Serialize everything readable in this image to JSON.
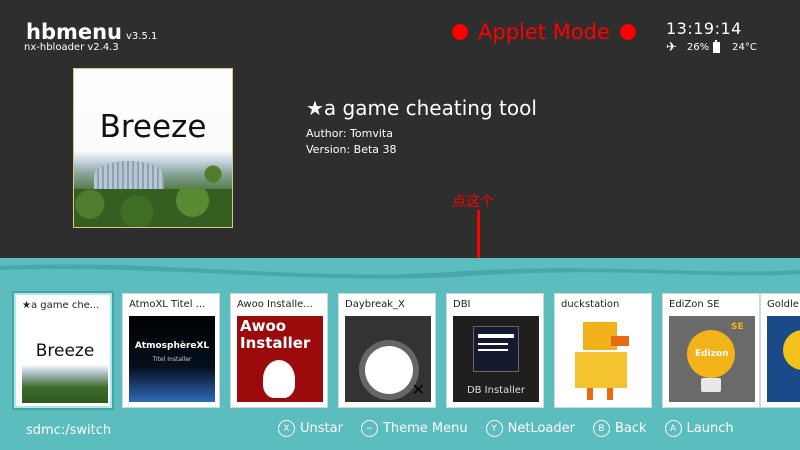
{
  "header": {
    "app_name": "hbmenu",
    "app_version": "v3.5.1",
    "loader": "nx-hbloader v2.4.3",
    "mode_label": "Applet Mode",
    "time": "13:19:14",
    "battery": "26%",
    "temperature": "24°C",
    "accent_color": "#ff0000"
  },
  "selected_app": {
    "hero_text": "Breeze",
    "name": "★a game cheating tool",
    "author": "Author: Tomvita",
    "version": "Version: Beta 38"
  },
  "annotation": {
    "text": "点这个"
  },
  "apps": [
    {
      "label": "★a game che...",
      "icon": "breeze-icon",
      "icon_text": "Breeze",
      "selected": true
    },
    {
      "label": "AtmoXL Titel ...",
      "icon": "atmosphere-xl-icon",
      "icon_text": "AtmosphèreXL",
      "icon_subtext": "Titel Installer"
    },
    {
      "label": "Awoo Installe...",
      "icon": "awoo-installer-icon",
      "icon_text": "Awoo Installer"
    },
    {
      "label": "Daybreak_X",
      "icon": "daybreak-icon",
      "icon_text": "✕"
    },
    {
      "label": "DBI",
      "icon": "dbi-icon",
      "icon_text": "DB Installer"
    },
    {
      "label": "duckstation",
      "icon": "duck-icon"
    },
    {
      "label": "EdiZon SE",
      "icon": "edizon-icon",
      "icon_text": "Edizon",
      "icon_subtext": "SE"
    },
    {
      "label": "Goldle",
      "icon": "goldleaf-icon"
    }
  ],
  "footer": {
    "path": "sdmc:/switch",
    "hints": [
      {
        "button": "X",
        "label": "Unstar"
      },
      {
        "button": "−",
        "label": "Theme Menu"
      },
      {
        "button": "Y",
        "label": "NetLoader"
      },
      {
        "button": "B",
        "label": "Back"
      },
      {
        "button": "A",
        "label": "Launch"
      }
    ]
  },
  "colors": {
    "background": "#2e2e2e",
    "bottom_panel": "#5bbdbd"
  }
}
